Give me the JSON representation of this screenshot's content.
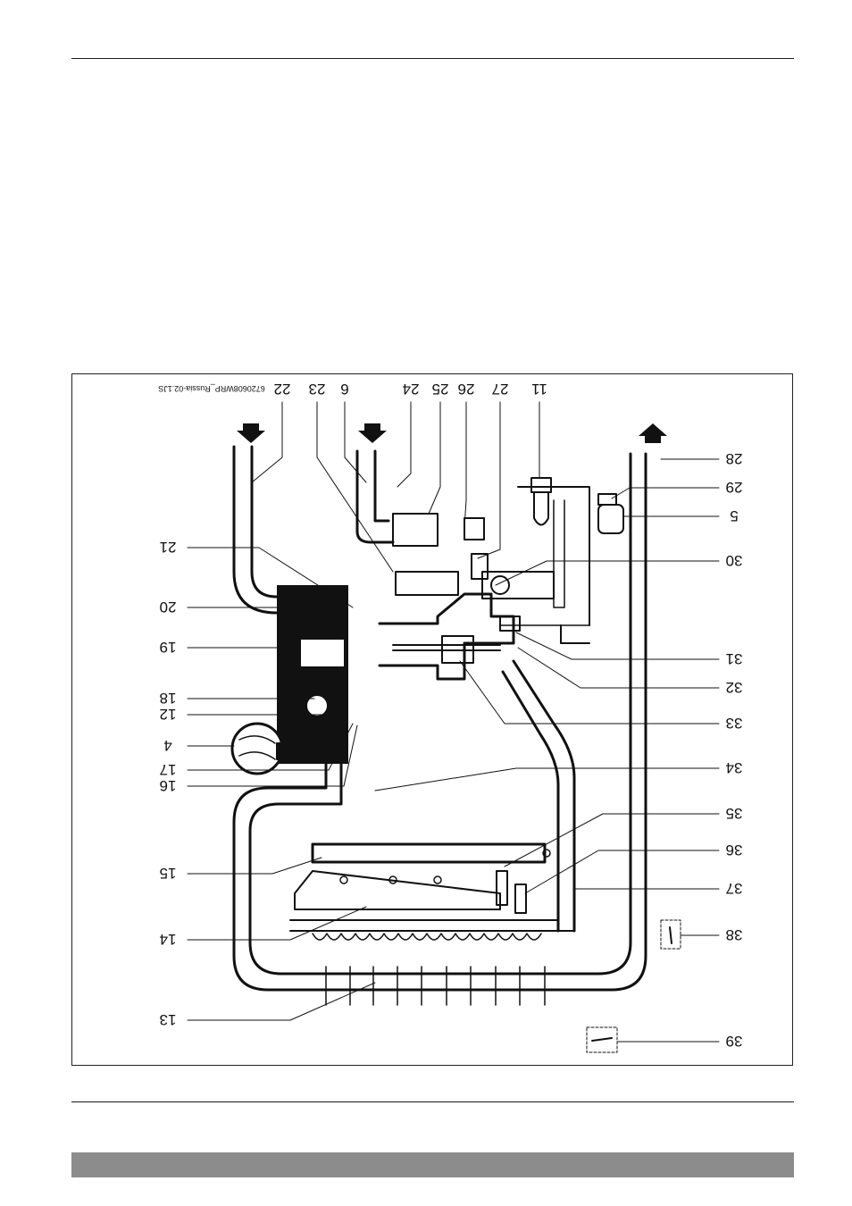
{
  "header": {
    "rule": true
  },
  "figure": {
    "code": "6720608WRP_Russia-02.1JS",
    "labels_top": [
      "22",
      "23",
      "6",
      "24",
      "25",
      "26",
      "27",
      "11"
    ],
    "labels_left": [
      "21",
      "20",
      "19",
      "18",
      "12",
      "4",
      "17",
      "16",
      "15",
      "14",
      "13"
    ],
    "labels_right": [
      "28",
      "29",
      "5",
      "30",
      "31",
      "32",
      "33",
      "34",
      "35",
      "36",
      "37",
      "38",
      "39"
    ]
  },
  "footer": {
    "bar_color": "#8c8c8c"
  }
}
